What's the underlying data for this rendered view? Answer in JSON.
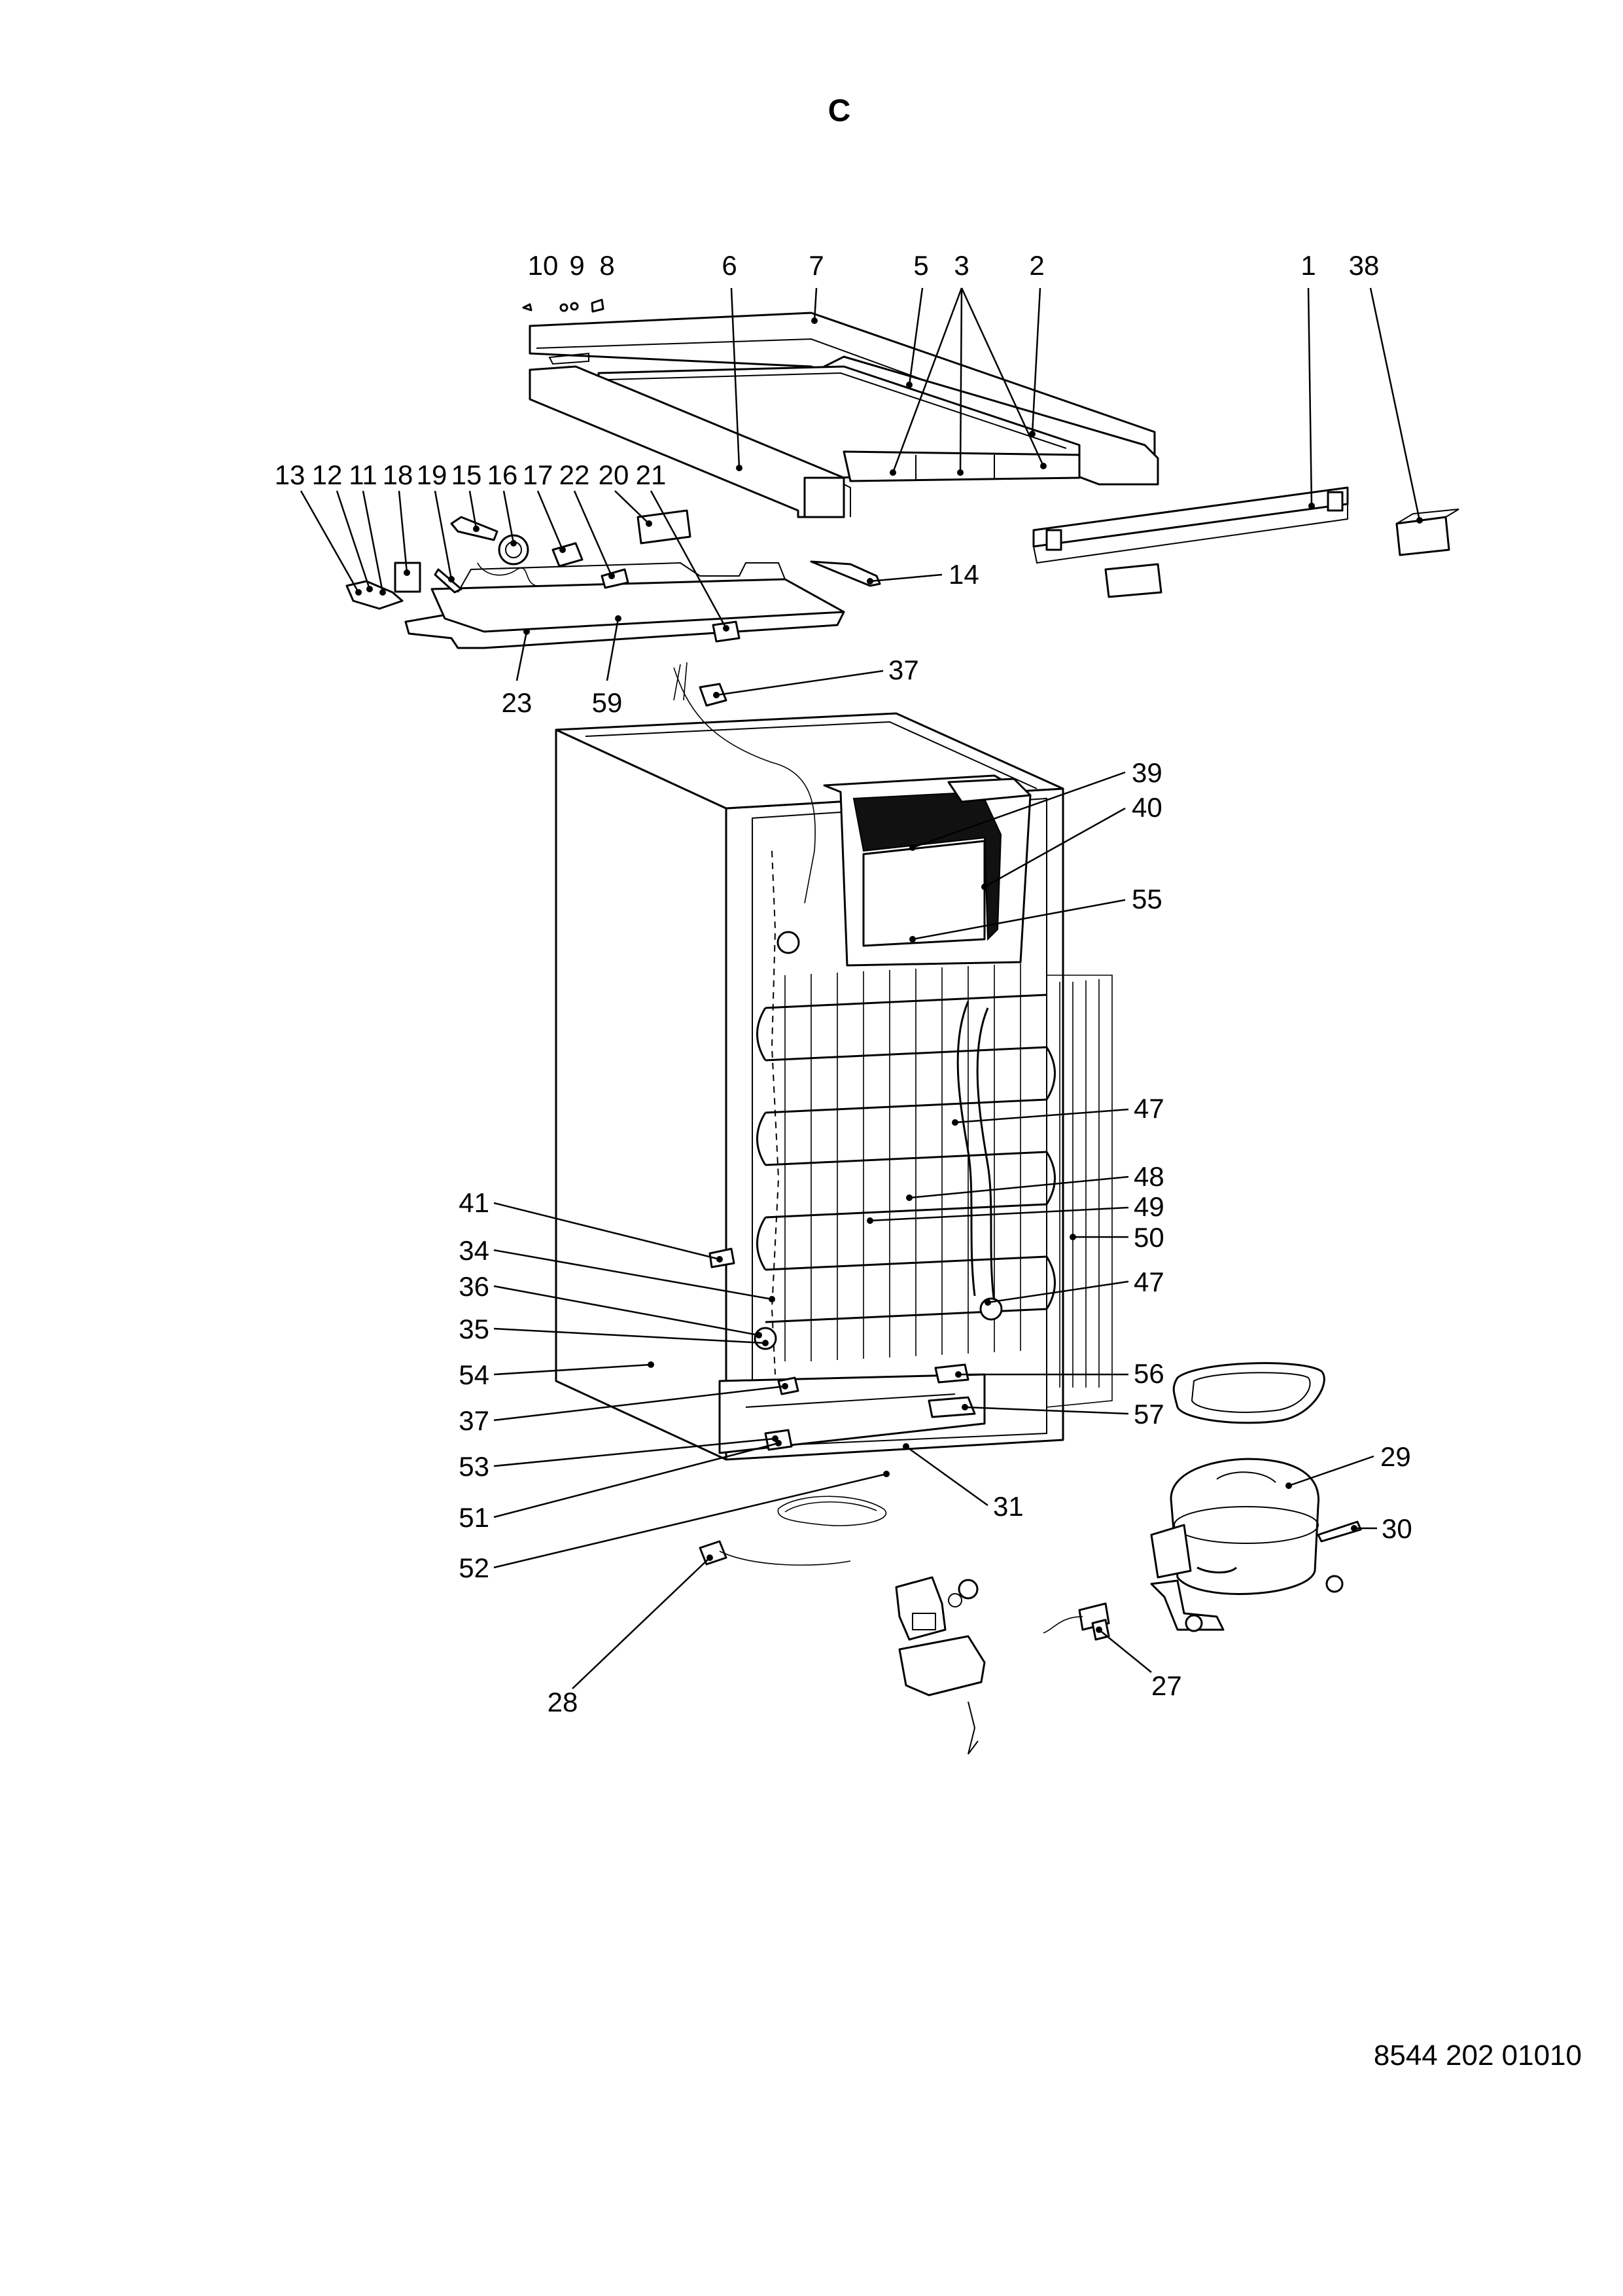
{
  "page": {
    "title": "C",
    "document_number": "8544 202 01010"
  },
  "callouts": {
    "c1": "1",
    "c2": "2",
    "c3": "3",
    "c5": "5",
    "c6": "6",
    "c7": "7",
    "c8": "8",
    "c9": "9",
    "c10": "10",
    "c11": "11",
    "c12": "12",
    "c13": "13",
    "c14": "14",
    "c15": "15",
    "c16": "16",
    "c17": "17",
    "c18": "18",
    "c19": "19",
    "c20": "20",
    "c21": "21",
    "c22": "22",
    "c23": "23",
    "c27": "27",
    "c28": "28",
    "c29": "29",
    "c30": "30",
    "c31": "31",
    "c34": "34",
    "c35": "35",
    "c36": "36",
    "c37a": "37",
    "c37b": "37",
    "c38": "38",
    "c39": "39",
    "c40": "40",
    "c41": "41",
    "c47a": "47",
    "c47b": "47",
    "c48": "48",
    "c49": "49",
    "c50": "50",
    "c51": "51",
    "c52": "52",
    "c53": "53",
    "c54": "54",
    "c55": "55",
    "c56": "56",
    "c57": "57",
    "c59": "59"
  }
}
